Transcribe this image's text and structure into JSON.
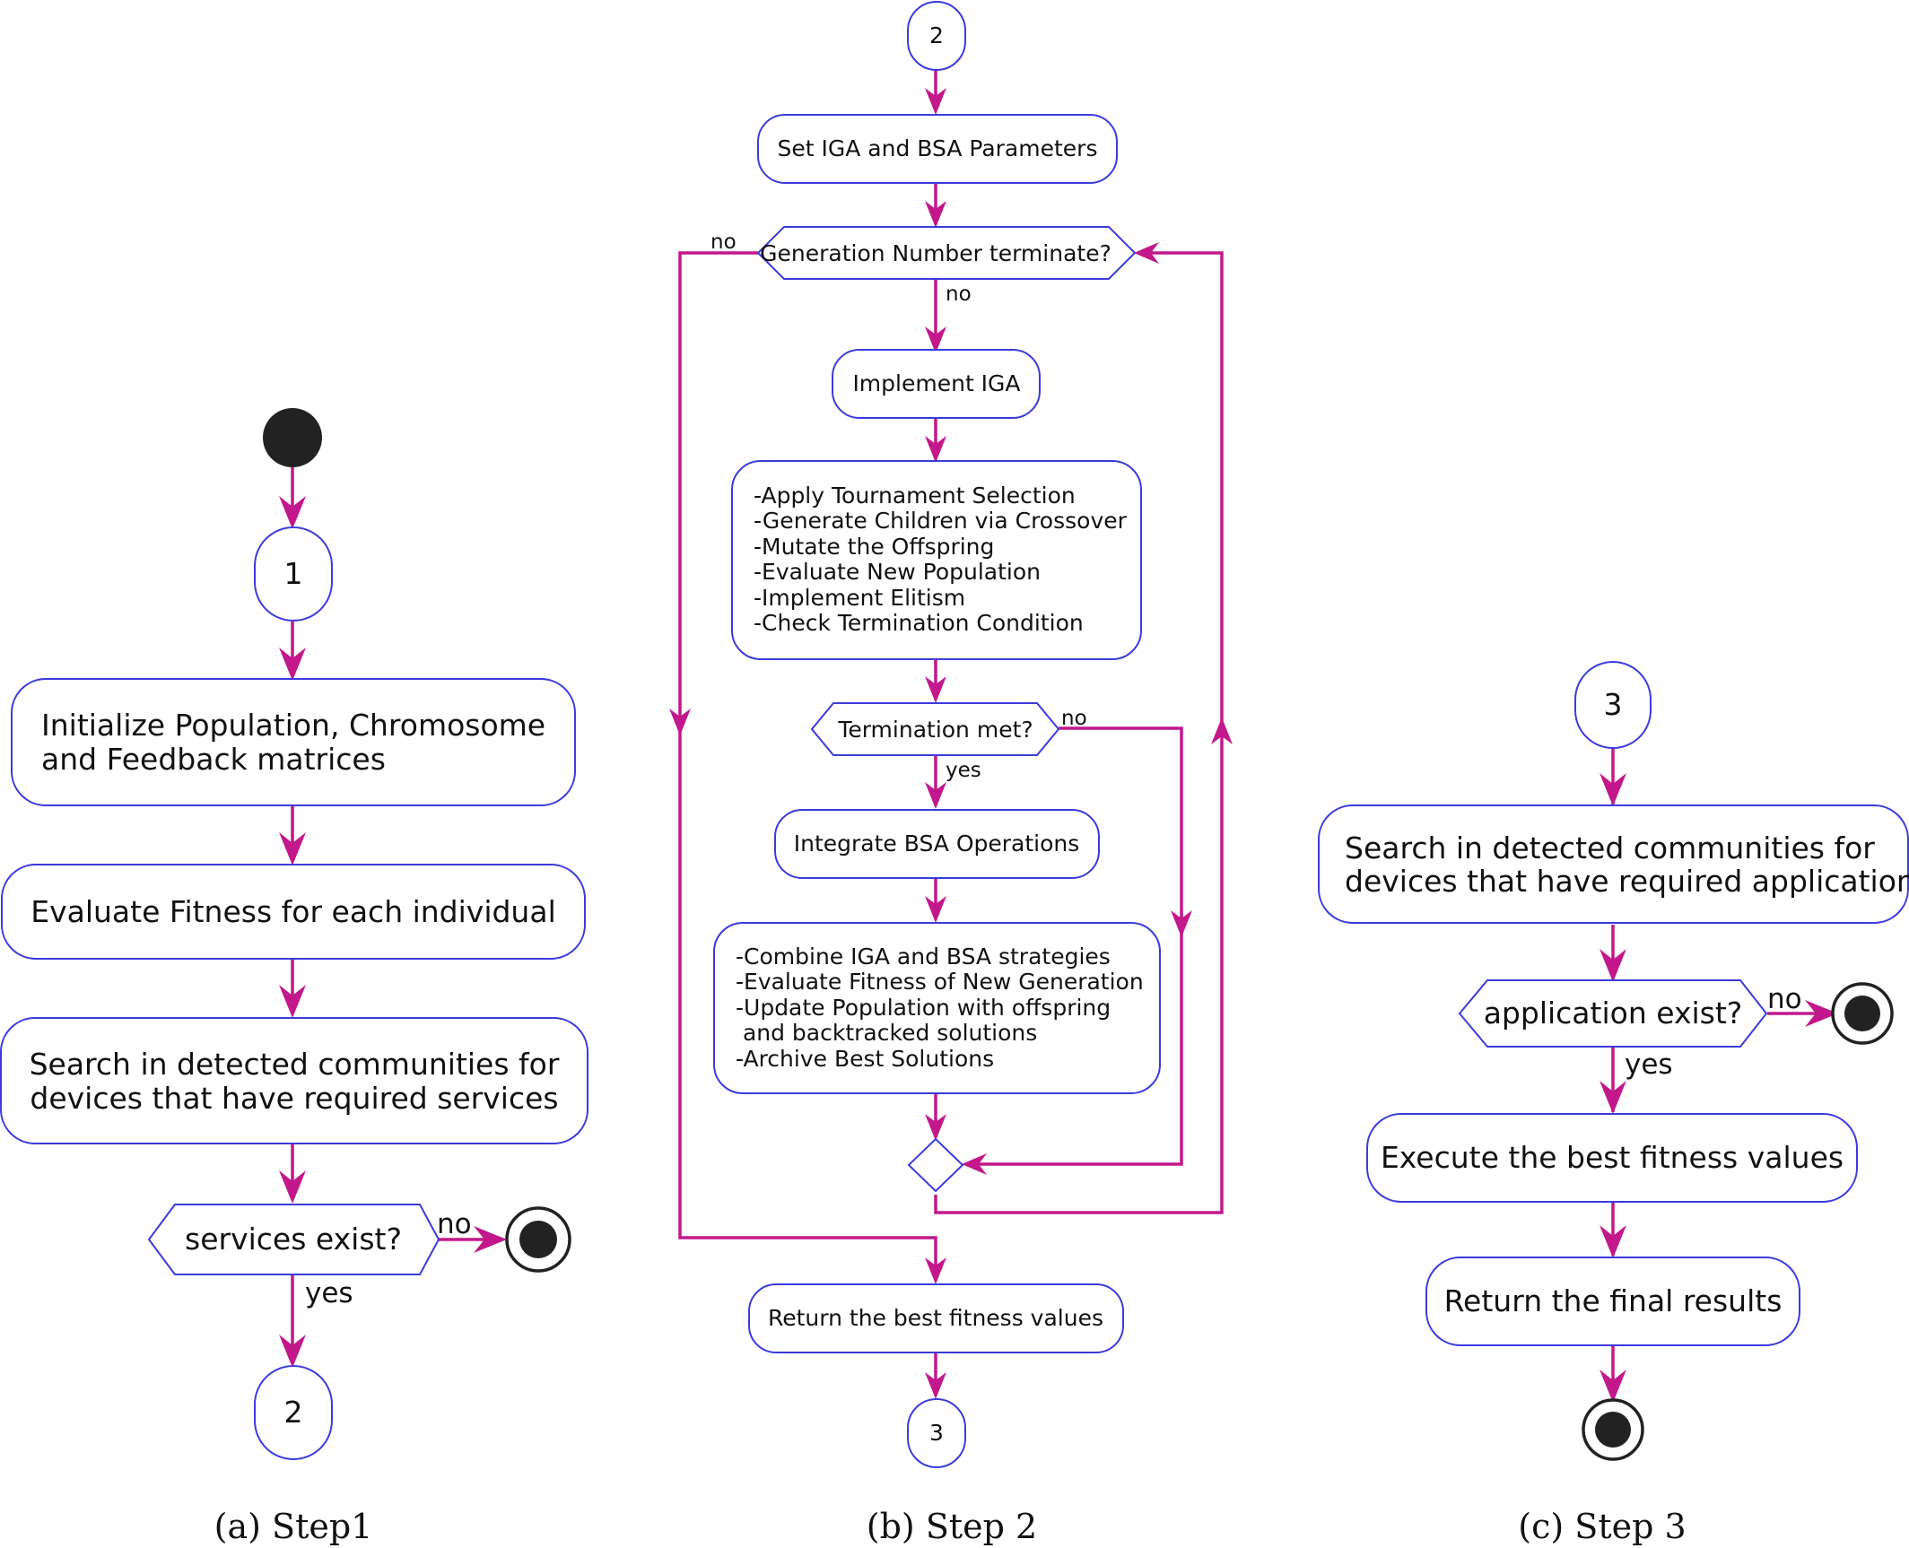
{
  "step1": {
    "connector_top": "1",
    "initialize": [
      "Initialize Population, Chromosome",
      "and Feedback matrices"
    ],
    "evaluate": "Evaluate Fitness for each individual",
    "search": [
      "Search in detected communities for",
      "devices that have required services"
    ],
    "decision": "services exist?",
    "no_label": "no",
    "yes_label": "yes",
    "connector_bottom": "2",
    "caption": "(a) Step1"
  },
  "step2": {
    "connector_top": "2",
    "set_params": "Set IGA and BSA Parameters",
    "loop_decision": "Generation Number terminate?",
    "loop_no_left": "no",
    "loop_no_down": "no",
    "implement_iga": "Implement IGA",
    "iga_steps": [
      "-Apply Tournament Selection",
      "-Generate Children via Crossover",
      "-Mutate the Offspring",
      "-Evaluate New Population",
      "-Implement Elitism",
      "-Check Termination Condition"
    ],
    "termination_decision": "Termination met?",
    "termination_no": "no",
    "termination_yes": "yes",
    "integrate_bsa": "Integrate BSA Operations",
    "bsa_steps": [
      "-Combine IGA and BSA strategies",
      "-Evaluate Fitness of New Generation",
      "-Update Population with offspring",
      " and backtracked solutions",
      "-Archive Best Solutions"
    ],
    "return_best": "Return the best fitness values",
    "connector_bottom": "3",
    "caption": "(b) Step 2"
  },
  "step3": {
    "connector_top": "3",
    "search": [
      "Search in detected communities for",
      "devices that have required application"
    ],
    "decision": "application exist?",
    "no_label": "no",
    "yes_label": "yes",
    "execute": "Execute the best fitness values",
    "return_final": "Return the final results",
    "caption": "(c) Step 3"
  },
  "colors": {
    "edge": "#c2188b",
    "node_border": "#3b3bdc",
    "terminal": "#222222"
  }
}
